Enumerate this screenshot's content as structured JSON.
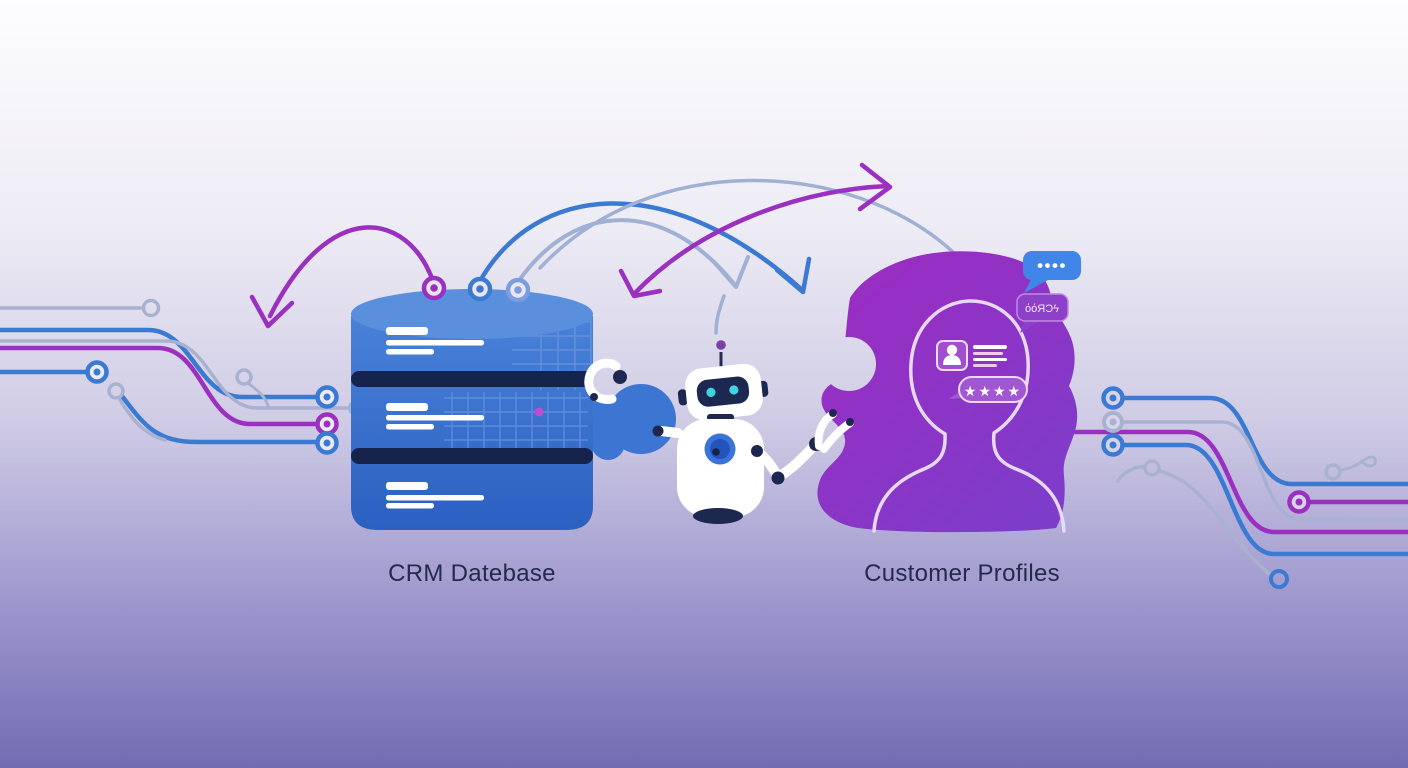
{
  "illustration": {
    "left_label": "CRM Datebase",
    "right_label": "Customer Profiles"
  },
  "profile_card": {
    "rating_stars": "★★★★"
  },
  "speech_bubbles": {
    "dots_bubble": "••••",
    "text_bubble": "όόЯƆϟ"
  },
  "colors": {
    "background_top": "#fdfdfe",
    "background_bottom": "#736cb2",
    "database_blue": "#3c76d2",
    "database_band_navy": "#16234d",
    "blob_purple": "#8e35c5",
    "trace_blue": "#3b7ad2",
    "trace_purple": "#9b30c0",
    "trace_gray": "#a8b2d0",
    "robot_white": "#ffffff",
    "robot_navy": "#1d2850",
    "robot_eye_teal": "#3fd4e0",
    "bubble_blue": "#3f86e8",
    "magenta_dot": "#c44ad2",
    "label_text": "#242a4a"
  }
}
